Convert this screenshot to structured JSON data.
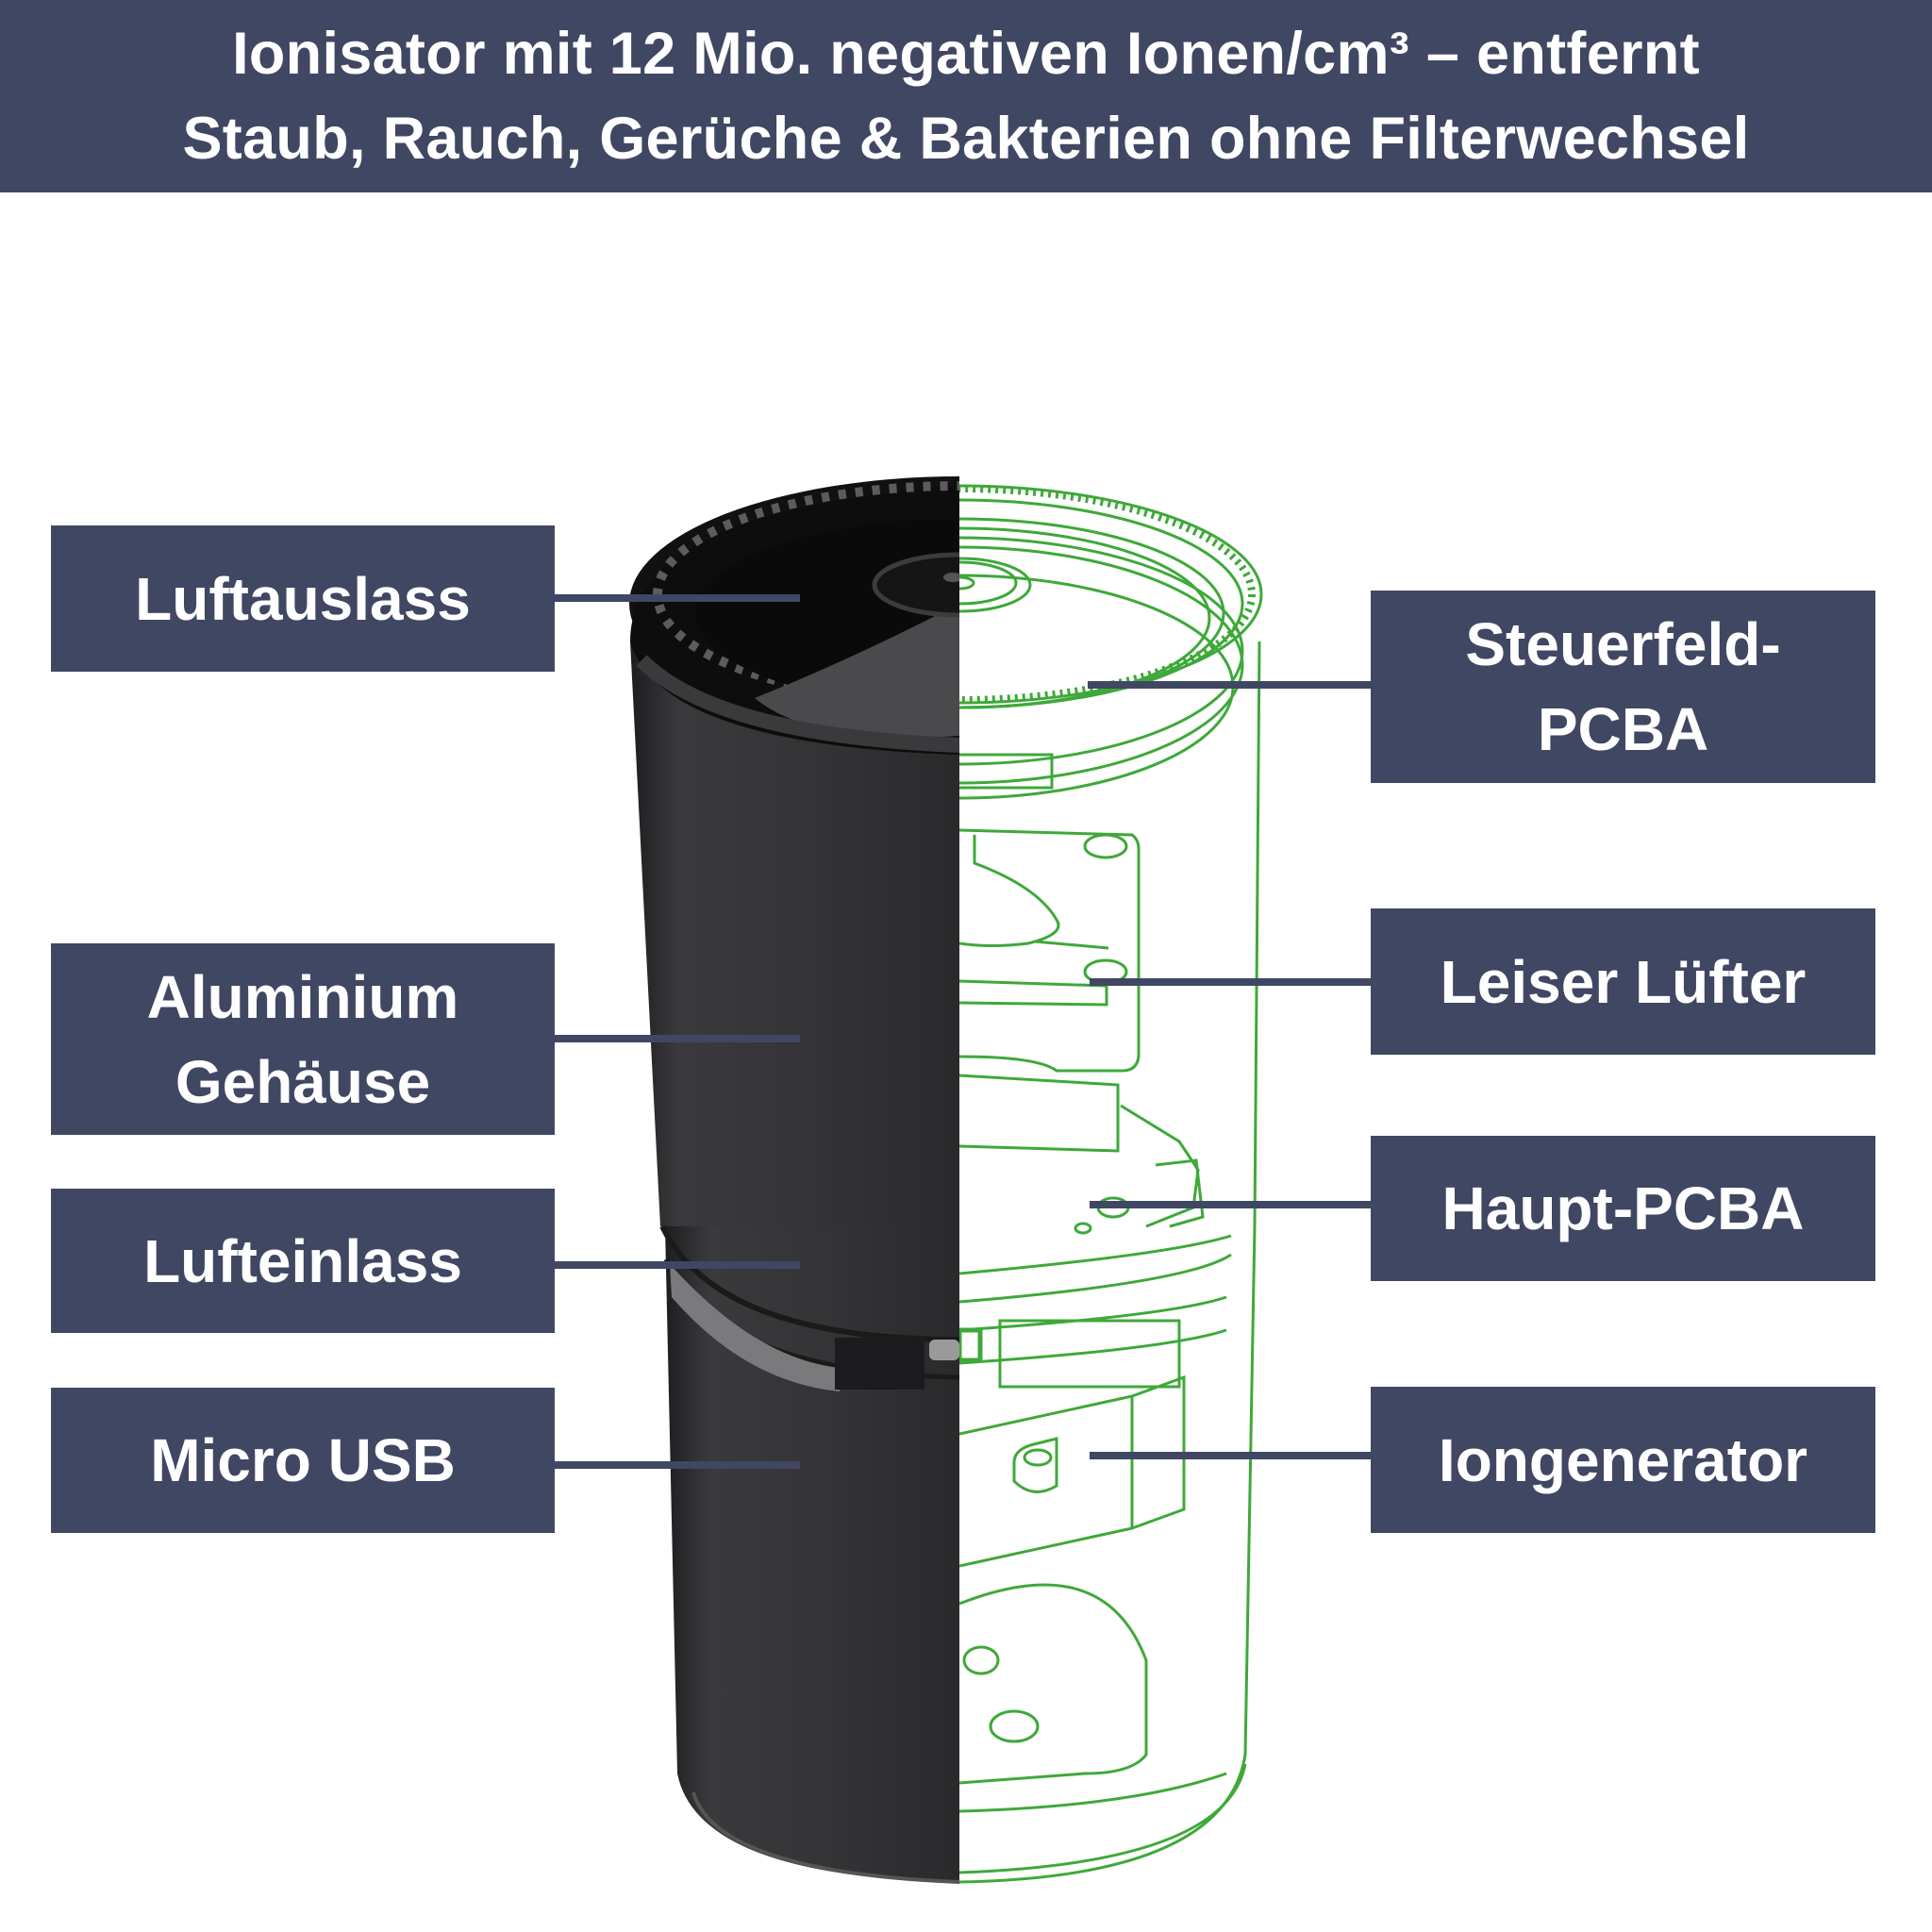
{
  "banner": {
    "line1": "Ionisator mit 12 Mio. negativen Ionen/cm³ – entfernt",
    "line2": "Staub, Rauch, Gerüche & Bakterien ohne Filterwechsel"
  },
  "colors": {
    "label_bg": "#404763",
    "label_text": "#ffffff",
    "wireframe_green": "#3fa83a",
    "device_black": "#2f2f31"
  },
  "left_labels": [
    {
      "id": "luftauslass",
      "lines": [
        "Luftauslass"
      ]
    },
    {
      "id": "aluminium-gehaeuse",
      "lines": [
        "Aluminium",
        "Gehäuse"
      ]
    },
    {
      "id": "lufteinlass",
      "lines": [
        "Lufteinlass"
      ]
    },
    {
      "id": "micro-usb",
      "lines": [
        "Micro USB"
      ]
    }
  ],
  "right_labels": [
    {
      "id": "steuerfeld-pcba",
      "lines": [
        "Steuerfeld-",
        "PCBA"
      ]
    },
    {
      "id": "leiser-luefter",
      "lines": [
        "Leiser Lüfter"
      ]
    },
    {
      "id": "haupt-pcba",
      "lines": [
        "Haupt-PCBA"
      ]
    },
    {
      "id": "iongenerator",
      "lines": [
        "Iongenerator"
      ]
    }
  ]
}
